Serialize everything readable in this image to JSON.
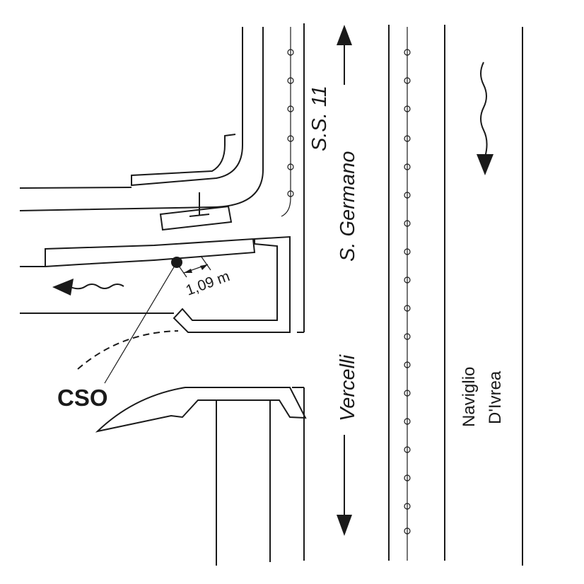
{
  "labels": {
    "road_north": "S.S. 11",
    "road_name_1": "S. Germano",
    "road_name_2": "Vercelli",
    "canal_line1": "Naviglio",
    "canal_line2": "D'Ivrea",
    "cso": "CSO",
    "distance": "1,09 m"
  }
}
